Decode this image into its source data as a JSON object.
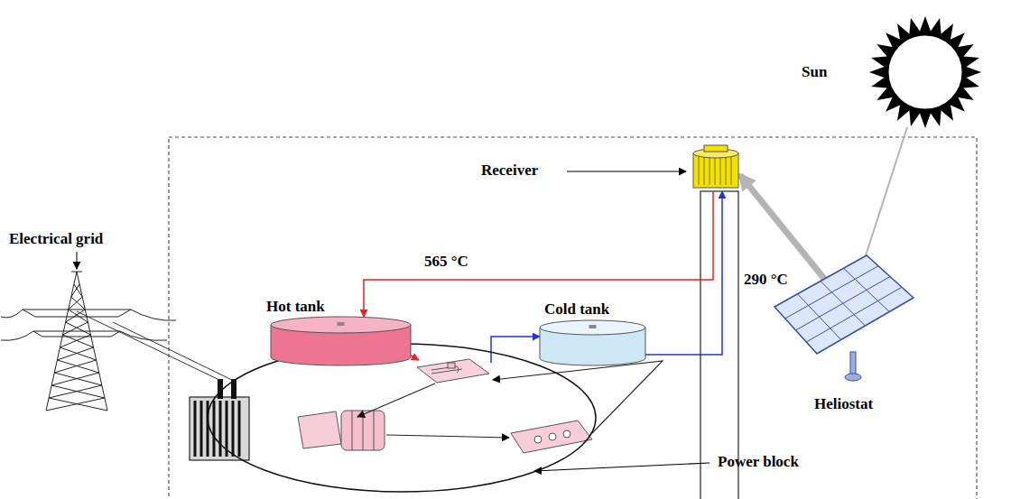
{
  "diagram": {
    "nodes": [
      {
        "text": [
          "Sun"
        ]
      },
      {
        "text": [
          "Receiver"
        ]
      },
      {
        "text": [
          "Electrical grid"
        ]
      },
      {
        "text": [
          "Hot tank"
        ]
      },
      {
        "text": [
          "Cold tank"
        ]
      },
      {
        "text": [
          "Heliostat"
        ]
      },
      {
        "text": [
          "Power block"
        ]
      }
    ],
    "edges": [
      {
        "from": 1,
        "to": 3,
        "arrow": "to",
        "label": "565 °C"
      },
      {
        "from": 4,
        "to": 1,
        "arrow": "to",
        "label": "290 °C"
      },
      {
        "from": 3,
        "to": 6,
        "arrow": "to"
      },
      {
        "from": 6,
        "to": 4,
        "arrow": "to"
      },
      {
        "from": 5,
        "to": 1,
        "arrow": "to"
      },
      {
        "from": 0,
        "to": 5,
        "arrow": "none"
      },
      {
        "from": 6,
        "to": 2,
        "arrow": "none"
      }
    ]
  }
}
